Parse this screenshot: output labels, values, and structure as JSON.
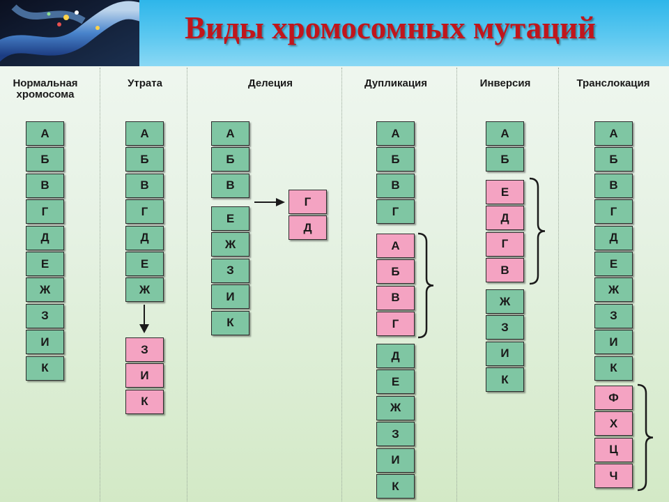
{
  "title": "Виды хромосомных мутаций",
  "colors": {
    "normal": "#7fc6a3",
    "mutated": "#f4a3c2",
    "title": "#c0161c",
    "header": "#2eb6ea"
  },
  "columns": [
    {
      "id": "normal",
      "label": "Нормальная\nхромосома",
      "blocks": [
        {
          "color": "green",
          "genes": [
            "А",
            "Б",
            "В",
            "Г",
            "Д",
            "Е",
            "Ж",
            "З",
            "И",
            "К"
          ]
        }
      ]
    },
    {
      "id": "loss",
      "label": "Утрата",
      "blocks": [
        {
          "color": "green",
          "genes": [
            "А",
            "Б",
            "В",
            "Г",
            "Д",
            "Е",
            "Ж"
          ]
        },
        {
          "color": "pink",
          "genes": [
            "З",
            "И",
            "К"
          ]
        }
      ]
    },
    {
      "id": "deletion",
      "label": "Делеция",
      "blocks": [
        {
          "color": "green",
          "genes": [
            "А",
            "Б",
            "В"
          ]
        },
        {
          "color": "green",
          "genes": [
            "Е",
            "Ж",
            "З",
            "И",
            "К"
          ]
        },
        {
          "color": "pink",
          "genes": [
            "Г",
            "Д"
          ]
        }
      ]
    },
    {
      "id": "duplication",
      "label": "Дупликация",
      "blocks": [
        {
          "color": "green",
          "genes": [
            "А",
            "Б",
            "В",
            "Г"
          ]
        },
        {
          "color": "pink",
          "genes": [
            "А",
            "Б",
            "В",
            "Г"
          ]
        },
        {
          "color": "green",
          "genes": [
            "Д",
            "Е",
            "Ж",
            "З",
            "И",
            "К"
          ]
        }
      ]
    },
    {
      "id": "inversion",
      "label": "Инверсия",
      "blocks": [
        {
          "color": "green",
          "genes": [
            "А",
            "Б"
          ]
        },
        {
          "color": "pink",
          "genes": [
            "Е",
            "Д",
            "Г",
            "В"
          ]
        },
        {
          "color": "green",
          "genes": [
            "Ж",
            "З",
            "И",
            "К"
          ]
        }
      ]
    },
    {
      "id": "translocation",
      "label": "Транслокация",
      "blocks": [
        {
          "color": "green",
          "genes": [
            "А",
            "Б",
            "В",
            "Г",
            "Д",
            "Е",
            "Ж",
            "З",
            "И",
            "К"
          ]
        },
        {
          "color": "pink",
          "genes": [
            "Ф",
            "Х",
            "Ц",
            "Ч"
          ]
        }
      ]
    }
  ]
}
